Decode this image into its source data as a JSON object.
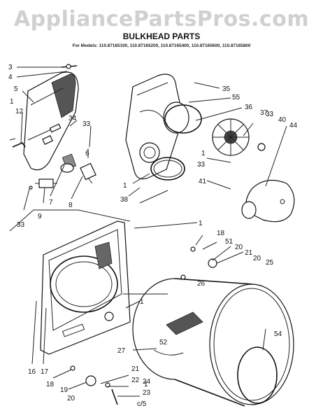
{
  "watermark": "AppliancePartsPros.com",
  "title": "BULKHEAD PARTS",
  "models_line": "For Models: 110.87165100, 110.87165200, 110.87165400, 110.87165600, 110.87165800",
  "footer_code": "c/5",
  "callouts": [
    "3",
    "4",
    "5",
    "12",
    "1",
    "34",
    "33",
    "6",
    "7",
    "8",
    "9",
    "33",
    "35",
    "55",
    "36",
    "37",
    "33",
    "40",
    "44",
    "1",
    "33",
    "41",
    "1",
    "38",
    "1",
    "18",
    "51",
    "20",
    "21",
    "20",
    "25",
    "26",
    "52",
    "27",
    "54",
    "1",
    "16",
    "17",
    "18",
    "19",
    "20",
    "21",
    "22",
    "24",
    "23",
    "1"
  ]
}
